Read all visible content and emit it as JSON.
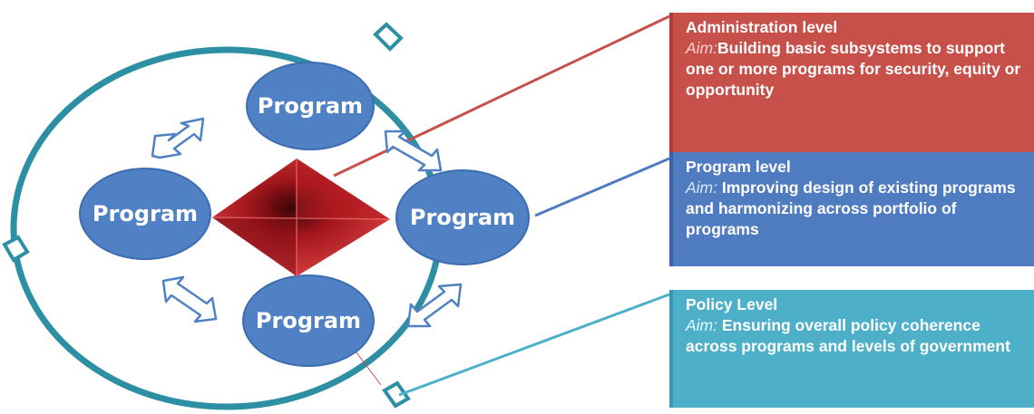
{
  "nodes": {
    "top": "Program",
    "left": "Program",
    "right": "Program",
    "bottom": "Program"
  },
  "levels": [
    {
      "title": "Administration level",
      "aim_label": "Aim:",
      "aim_text": "Building basic subsystems to support one or more programs for security, equity or opportunity",
      "color": "#c8504a"
    },
    {
      "title": "Program level",
      "aim_label": "Aim:",
      "aim_text": " Improving design of existing programs and harmonizing across portfolio of programs",
      "color": "#4f7cc0"
    },
    {
      "title": "Policy Level",
      "aim_label": "Aim:",
      "aim_text": " Ensuring overall policy coherence across programs and levels of government",
      "color": "#4db0c8"
    }
  ],
  "colors": {
    "ring": "#2d8fa3",
    "node_fill": "#4f81c4",
    "pyramid": "#c0282d"
  }
}
